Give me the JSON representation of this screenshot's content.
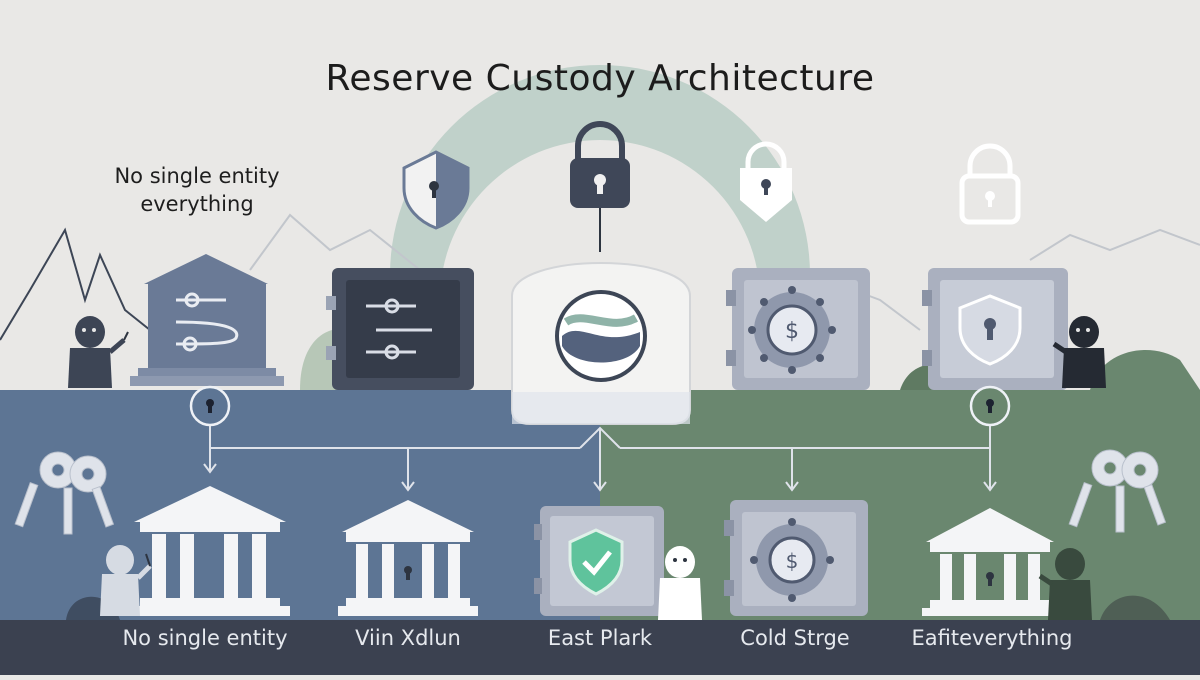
{
  "title": "Reserve Custody Architecture",
  "note": {
    "line1": "No single entity",
    "line2": "everything"
  },
  "bottom_labels": [
    "No single entity",
    "Viin Xdlun",
    "East Plark",
    "Cold Strge",
    "Eafiteverything"
  ],
  "colors": {
    "left_band": "#5d7594",
    "right_band": "#6a876f",
    "footer": "#3b4150",
    "slate": "#6a7a96",
    "dark_vault": "#464e5f",
    "steel": "#aab0bf"
  }
}
